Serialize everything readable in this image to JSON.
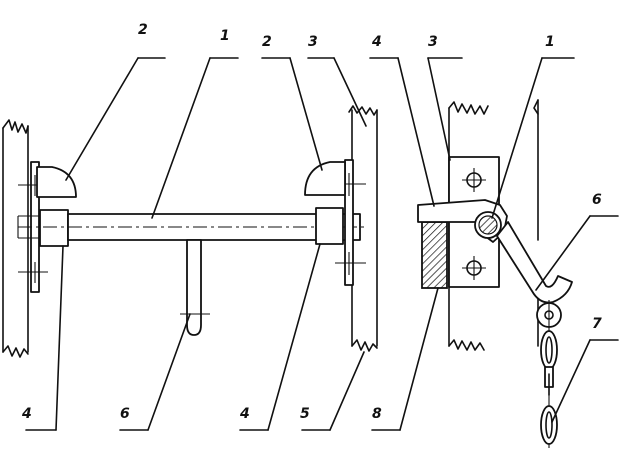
{
  "labels": {
    "top": [
      "2",
      "1",
      "2",
      "3",
      "4",
      "3",
      "1",
      "6",
      "7"
    ],
    "bottom": [
      "4",
      "6",
      "4",
      "5",
      "8"
    ]
  },
  "hatch_color": "#111111"
}
